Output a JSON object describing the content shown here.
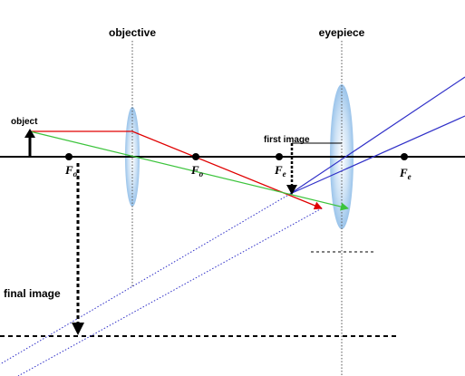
{
  "diagram": {
    "labels": {
      "objective": "objective",
      "eyepiece": "eyepiece",
      "object": "object",
      "first_image": "first image",
      "final_image": "final image"
    },
    "focal_points": [
      {
        "id": "fo-left",
        "letter": "F",
        "subscript": "o"
      },
      {
        "id": "fo-right",
        "letter": "F",
        "subscript": "o"
      },
      {
        "id": "fe-left",
        "letter": "F",
        "subscript": "e"
      },
      {
        "id": "fe-right",
        "letter": "F",
        "subscript": "e"
      }
    ],
    "colors": {
      "axis": "#000000",
      "lens": "#a9cdee",
      "ray_red": "#e00000",
      "ray_green": "#3cc43c",
      "ray_blue": "#3030c8",
      "guide": "#555555"
    }
  }
}
